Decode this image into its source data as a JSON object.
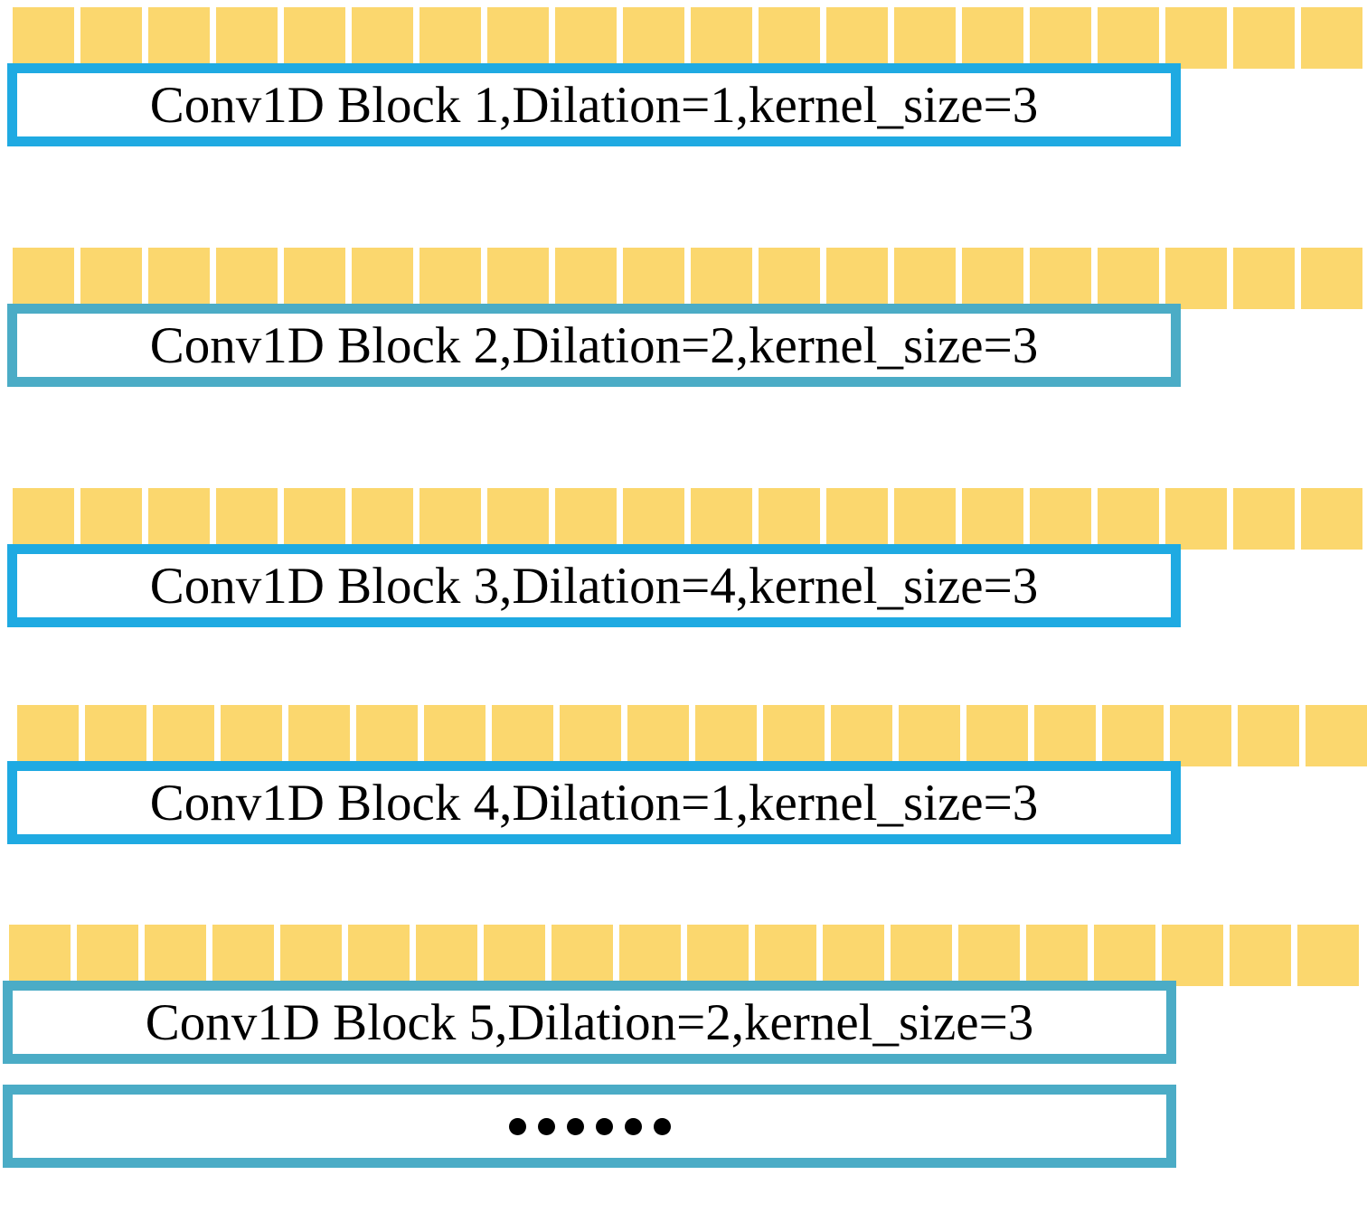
{
  "diagram": {
    "blocks": [
      {
        "label": "Conv1D Block 1,Dilation=1,kernel_size=3",
        "block_number": 1,
        "dilation": 1,
        "kernel_size": 3,
        "border_color": "#1FAAE2",
        "squares": 20
      },
      {
        "label": "Conv1D Block 2,Dilation=2,kernel_size=3",
        "block_number": 2,
        "dilation": 2,
        "kernel_size": 3,
        "border_color": "#4BACC6",
        "squares": 20
      },
      {
        "label": "Conv1D Block 3,Dilation=4,kernel_size=3",
        "block_number": 3,
        "dilation": 4,
        "kernel_size": 3,
        "border_color": "#1FAAE2",
        "squares": 20
      },
      {
        "label": "Conv1D Block 4,Dilation=1,kernel_size=3",
        "block_number": 4,
        "dilation": 1,
        "kernel_size": 3,
        "border_color": "#1FAAE2",
        "squares": 20
      },
      {
        "label": "Conv1D Block 5,Dilation=2,kernel_size=3",
        "block_number": 5,
        "dilation": 2,
        "kernel_size": 3,
        "border_color": "#4BACC6",
        "squares": 20
      }
    ],
    "ellipsis": {
      "dots": 6,
      "border_color": "#4BACC6"
    },
    "colors": {
      "square_fill": "#FBD76E",
      "blue_border": "#1FAAE2",
      "teal_border": "#4BACC6",
      "text": "#000000",
      "background": "#FFFFFF"
    }
  }
}
